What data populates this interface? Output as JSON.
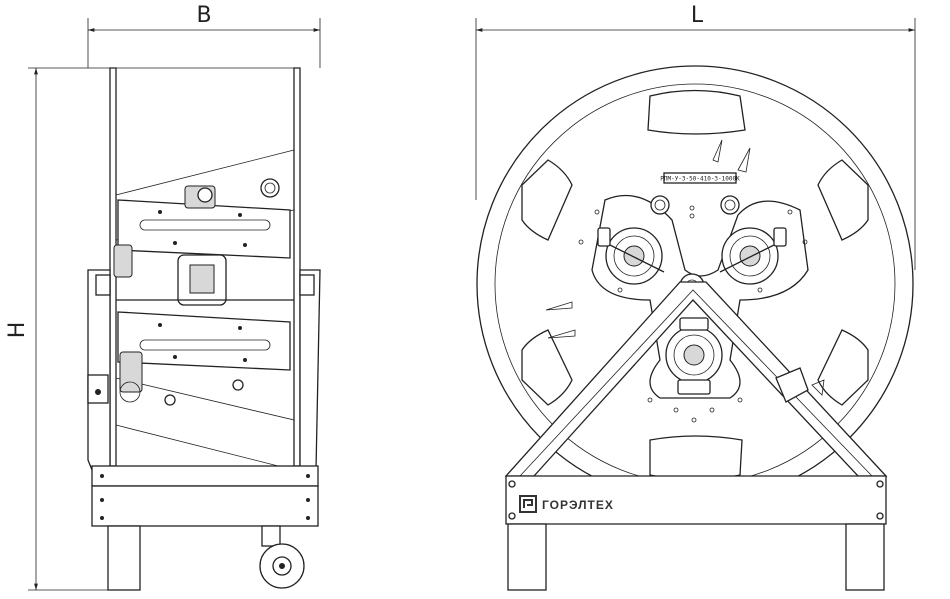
{
  "dimensions": {
    "width_label": "B",
    "height_label": "H",
    "length_label": "L"
  },
  "nameplate": {
    "text": "РПМ-У-3-50-410-3-1000К"
  },
  "brand": {
    "name": "ГОРЭЛТЕХ"
  }
}
